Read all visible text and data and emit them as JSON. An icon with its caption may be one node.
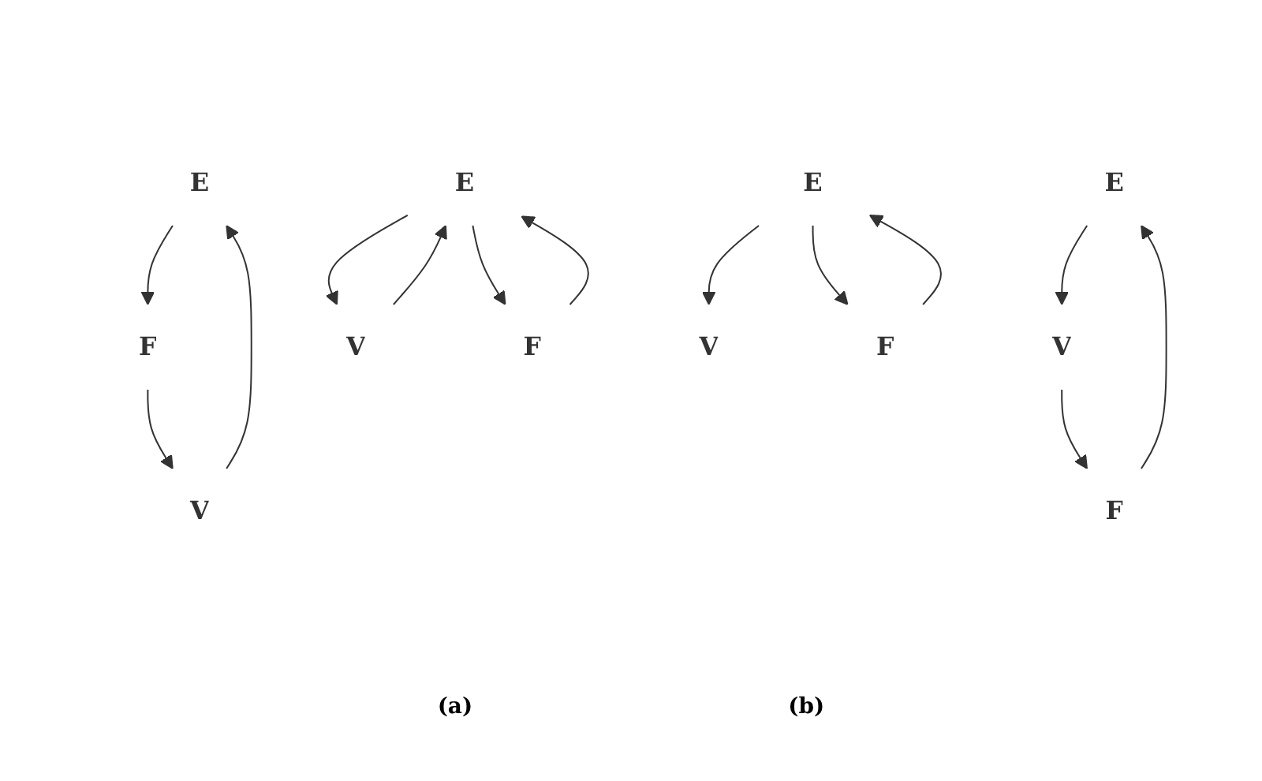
{
  "diagram": {
    "nodes": [
      {
        "text": [
          "E"
        ]
      },
      {
        "text": [
          "V"
        ]
      },
      {
        "text": [
          "F"
        ]
      },
      {
        "text": [
          "E"
        ]
      },
      {
        "text": [
          "V"
        ]
      },
      {
        "text": [
          "F"
        ]
      },
      {
        "text": [
          "E"
        ]
      },
      {
        "text": [
          "V"
        ]
      },
      {
        "text": [
          "F"
        ]
      },
      {
        "text": [
          "E"
        ]
      },
      {
        "text": [
          "V"
        ]
      },
      {
        "text": [
          "F"
        ]
      }
    ],
    "edges": [
      {
        "from": 1,
        "to": 0,
        "arrow": "to"
      },
      {
        "from": 0,
        "to": 2,
        "arrow": "to"
      },
      {
        "from": 2,
        "to": 1,
        "arrow": "to"
      },
      {
        "from": 3,
        "to": 4,
        "arrow": "to"
      },
      {
        "from": 4,
        "to": 5,
        "arrow": "to"
      },
      {
        "from": 5,
        "to": 3,
        "arrow": "to"
      },
      {
        "from": 7,
        "to": 6,
        "arrow": "to"
      },
      {
        "from": 6,
        "to": 7,
        "arrow": "to"
      },
      {
        "from": 6,
        "to": 8,
        "arrow": "to"
      },
      {
        "from": 8,
        "to": 6,
        "arrow": "to"
      },
      {
        "from": 9,
        "to": 10,
        "arrow": "to"
      },
      {
        "from": 9,
        "to": 11,
        "arrow": "to"
      },
      {
        "from": 11,
        "to": 9,
        "arrow": "to"
      }
    ],
    "labels": [
      "(a)",
      "(b)"
    ]
  }
}
